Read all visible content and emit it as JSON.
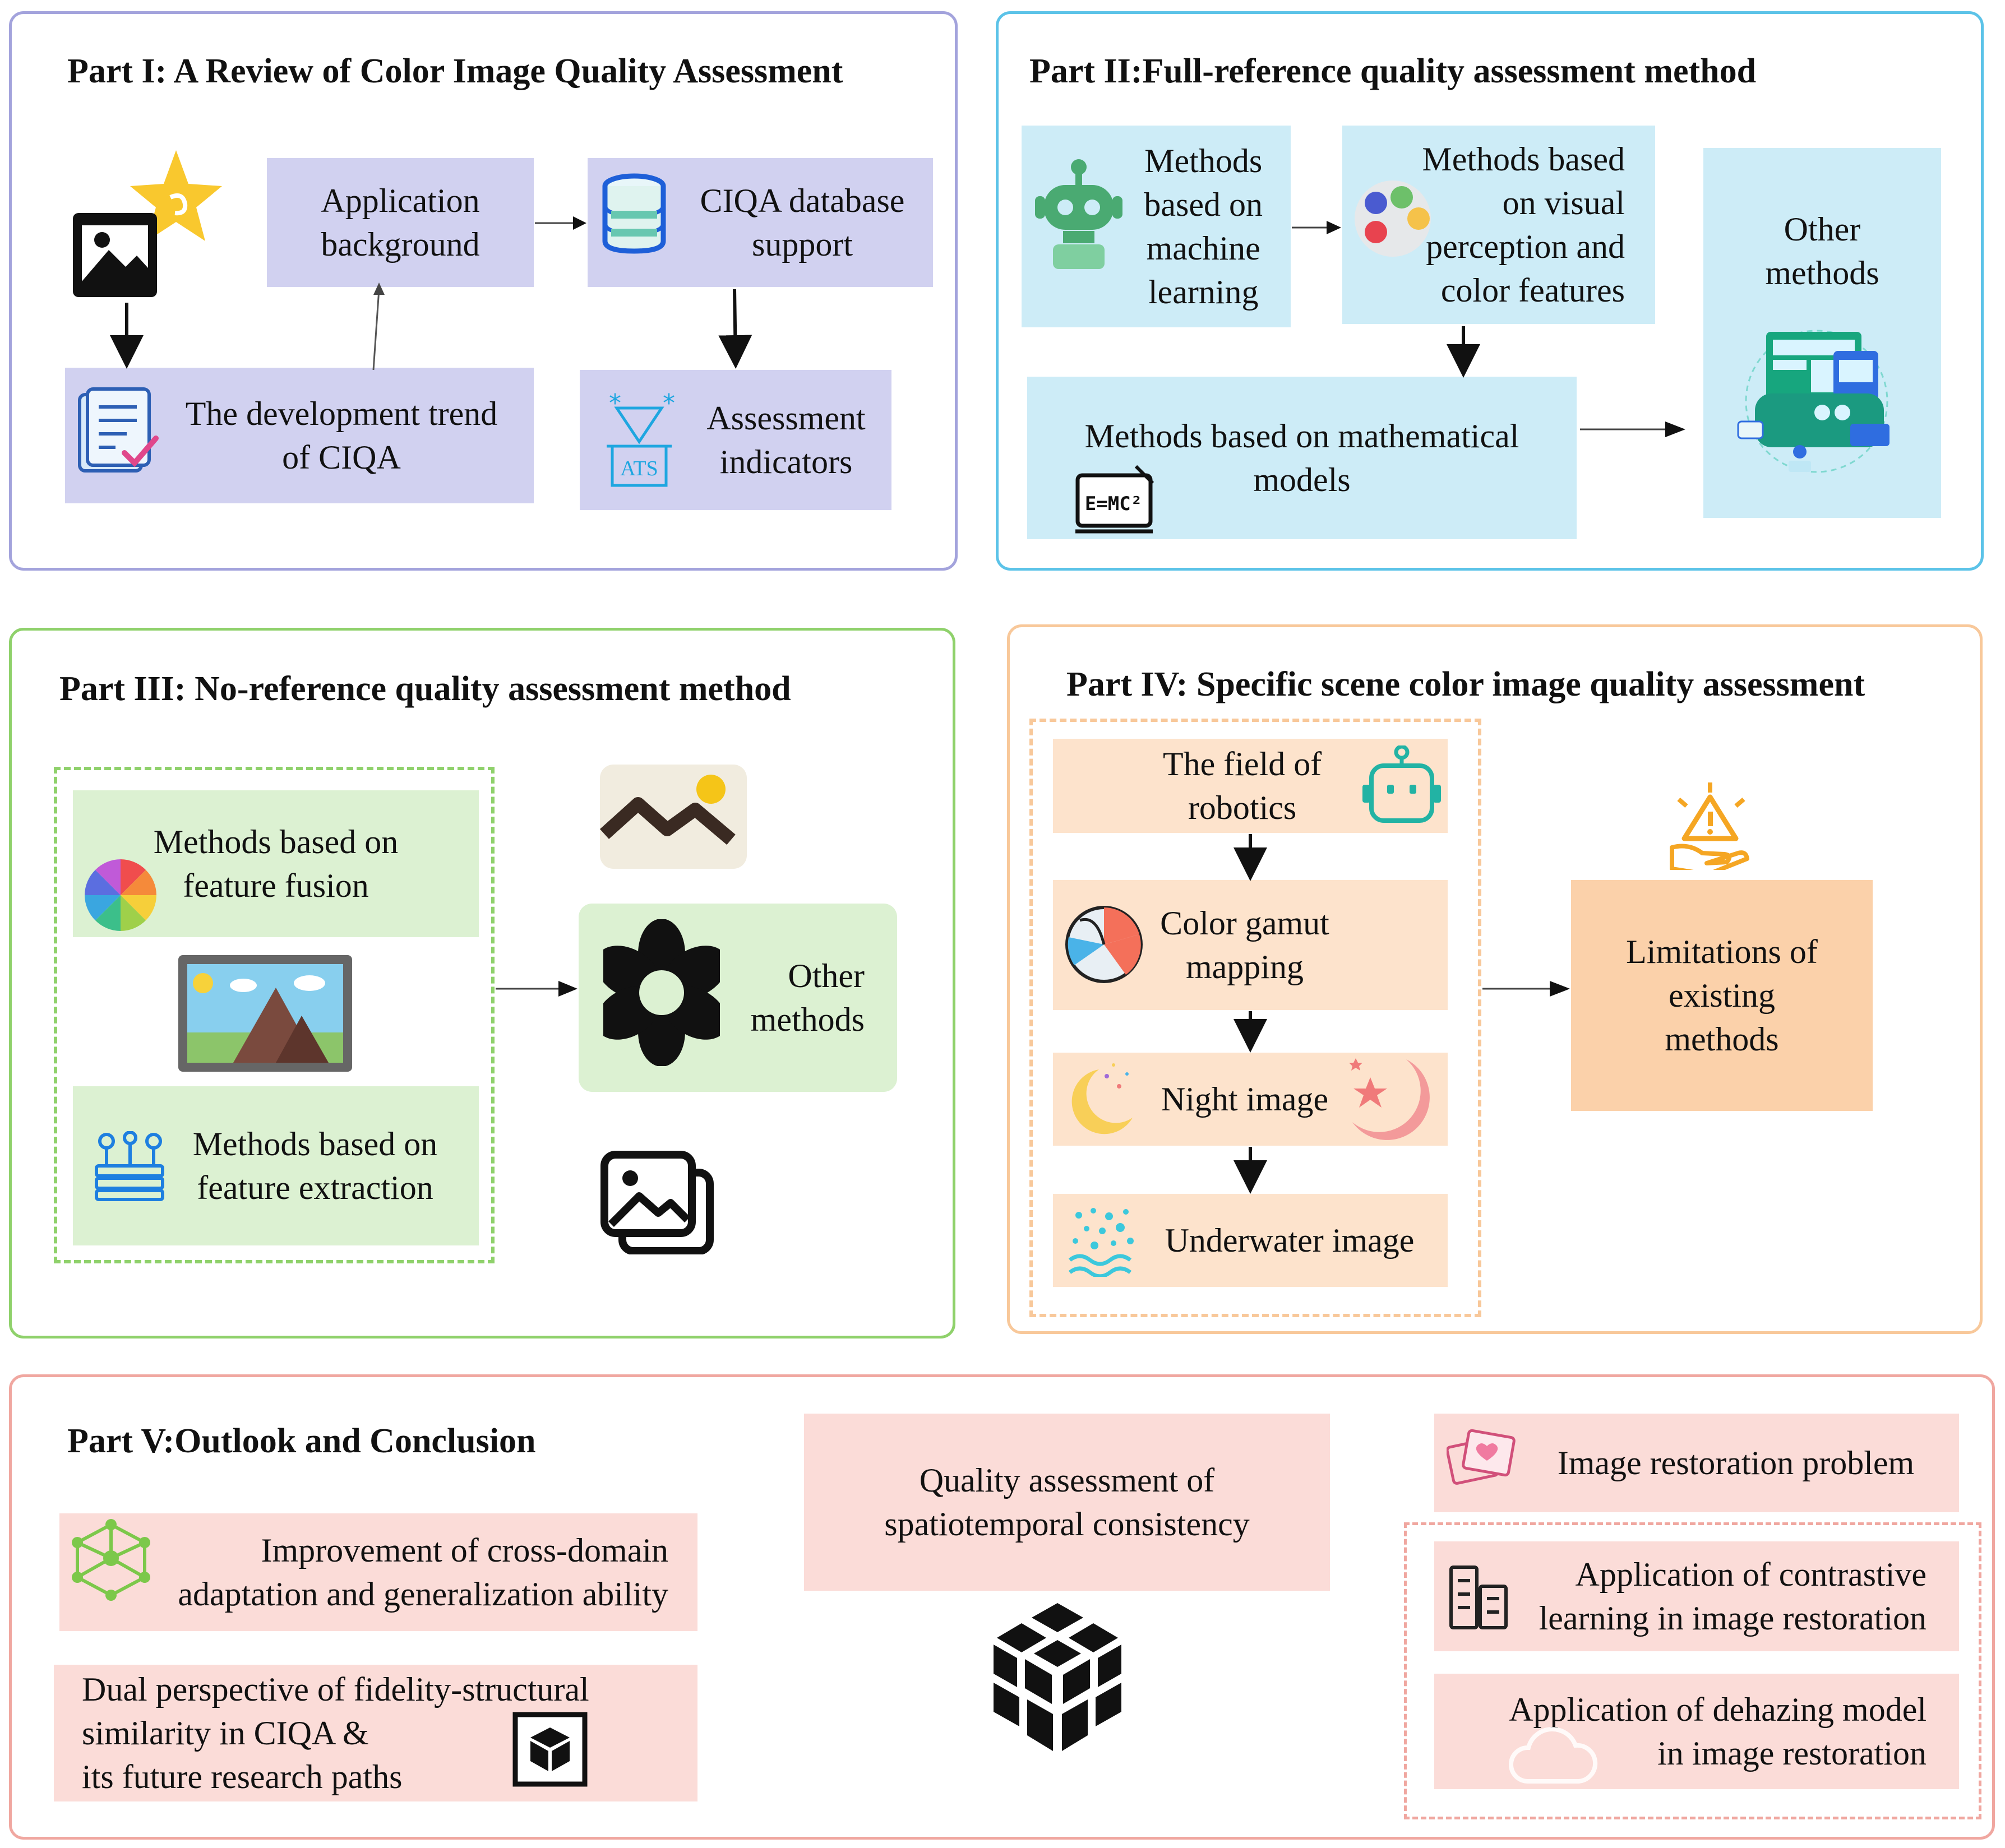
{
  "part1": {
    "title": "Part I:  A Review of Color Image Quality Assessment",
    "application_background": "Application\nbackground",
    "ciqa_database": "CIQA database\nsupport",
    "development_trend": "The development trend\nof CIQA",
    "assessment_indicators": "Assessment\nindicators",
    "ats_label": "ATS"
  },
  "part2": {
    "title": "Part II:Full-reference quality assessment method",
    "machine_learning": "Methods\nbased on\nmachine\nlearning",
    "visual_perception": "Methods based\non visual\nperception and\ncolor features",
    "mathematical_models": "Methods based on mathematical\nmodels",
    "other_methods": "Other\nmethods",
    "formula_label": "E=MC²"
  },
  "part3": {
    "title": "Part III:  No-reference quality assessment method",
    "feature_fusion": "Methods based on\nfeature fusion",
    "feature_extraction": "Methods based on\nfeature extraction",
    "other_methods": "Other\nmethods"
  },
  "part4": {
    "title": "Part IV: Specific scene color image quality assessment",
    "robotics": "The field of\nrobotics",
    "gamut_mapping": "Color gamut\nmapping",
    "night_image": "Night image",
    "underwater_image": "Underwater image",
    "limitations": "Limitations of\nexisting\nmethods"
  },
  "part5": {
    "title": "Part V:Outlook and Conclusion",
    "cross_domain": "Improvement of cross-domain\nadaptation and generalization ability",
    "dual_perspective": "Dual perspective of fidelity-structural\nsimilarity in CIQA &\nits future research paths",
    "spatiotemporal": "Quality assessment of\nspatiotemporal consistency",
    "restoration_problem": "Image restoration problem",
    "contrastive_learning": "Application of contrastive\nlearning in image restoration",
    "dehazing_model": "Application of dehazing model\nin image restoration"
  },
  "colors": {
    "part1_border": "#a3a3dc",
    "part2_border": "#5cc3e8",
    "part3_border": "#8fd16b",
    "part4_border": "#f8c89a",
    "part5_border": "#f0a7a0",
    "lavender_fill": "#d1d1f0",
    "cyan_fill": "#cdecf7",
    "green_fill": "#dcf1d2",
    "peach_fill": "#fde3cc",
    "orange_fill": "#fbd1aa",
    "pink_fill": "#fbdcd8"
  }
}
